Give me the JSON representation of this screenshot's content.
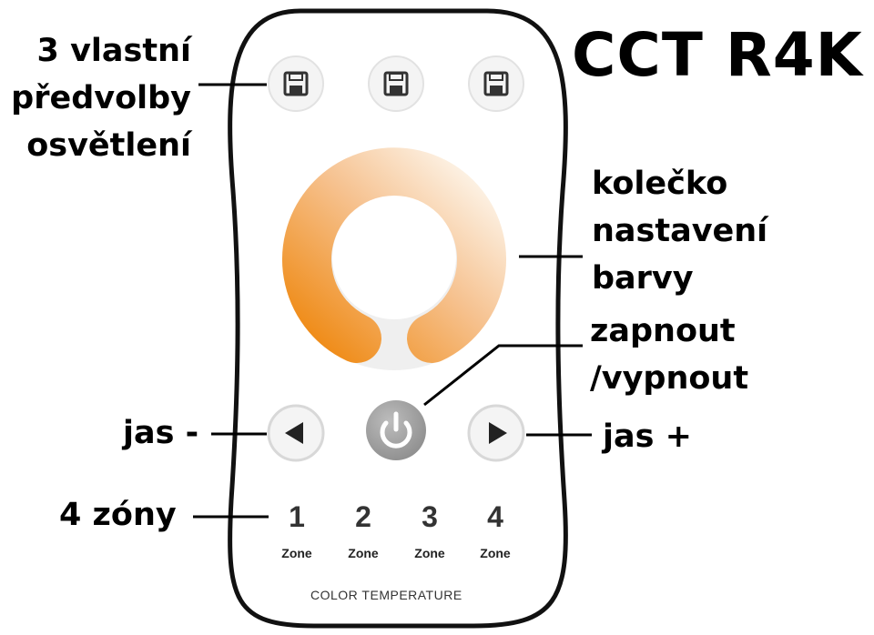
{
  "title": "CCT R4K",
  "labels": {
    "presets": [
      "3 vlastní",
      "předvolby",
      "osvětlení"
    ],
    "wheel": [
      "kolečko",
      "nastavení",
      "barvy"
    ],
    "power": [
      "zapnout",
      "/vypnout"
    ],
    "brightness_down": "jas -",
    "brightness_up": "jas +",
    "zones": "4 zóny"
  },
  "remote": {
    "preset_buttons": [
      "save-icon",
      "save-icon",
      "save-icon"
    ],
    "wheel_colors": {
      "warm": "#ef8a14",
      "cool": "#fdf6ec"
    },
    "power_color": "#a4a4a4",
    "zones": [
      {
        "number": "1",
        "label": "Zone"
      },
      {
        "number": "2",
        "label": "Zone"
      },
      {
        "number": "3",
        "label": "Zone"
      },
      {
        "number": "4",
        "label": "Zone"
      }
    ],
    "footer": "COLOR TEMPERATURE"
  }
}
